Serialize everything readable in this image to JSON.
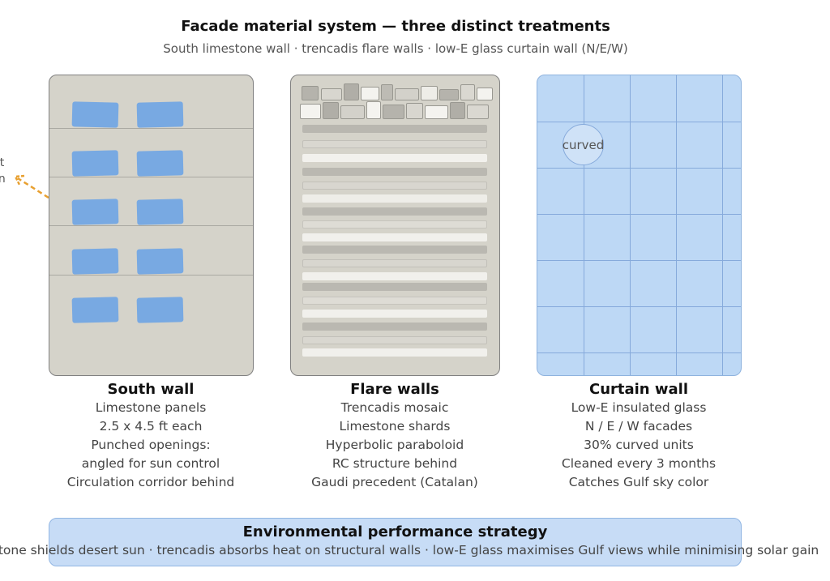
{
  "title": "Facade material system — three distinct treatments",
  "subtitle": "South limestone wall · trencadis flare walls · low-E glass curtain wall (N/E/W)",
  "left_partial_label": [
    "rt",
    "in"
  ],
  "panels": [
    {
      "name": "South wall",
      "lines": [
        "Limestone panels",
        "2.5 x 4.5 ft each",
        "Punched openings:",
        "angled for sun control",
        "Circulation corridor behind"
      ]
    },
    {
      "name": "Flare walls",
      "lines": [
        "Trencadis mosaic",
        "Limestone shards",
        "Hyperbolic paraboloid",
        "RC structure behind",
        "Gaudi precedent (Catalan)"
      ]
    },
    {
      "name": "Curtain wall",
      "badge": "curved",
      "lines": [
        "Low-E insulated glass",
        "N / E / W facades",
        "30% curved units",
        "Cleaned every 3 months",
        "Catches Gulf sky color"
      ]
    }
  ],
  "strategy": {
    "title": "Environmental performance strategy",
    "text": "Stone shields desert sun · trencadis absorbs heat on structural walls · low-E glass maximises Gulf views while minimising solar gain"
  },
  "colors": {
    "limestone": "#d5d3ca",
    "window_blue": "#6ea4e4",
    "glass": "#bdd8f5",
    "arrow": "#e8a030",
    "strategy_fill": "#c7dcf6"
  }
}
